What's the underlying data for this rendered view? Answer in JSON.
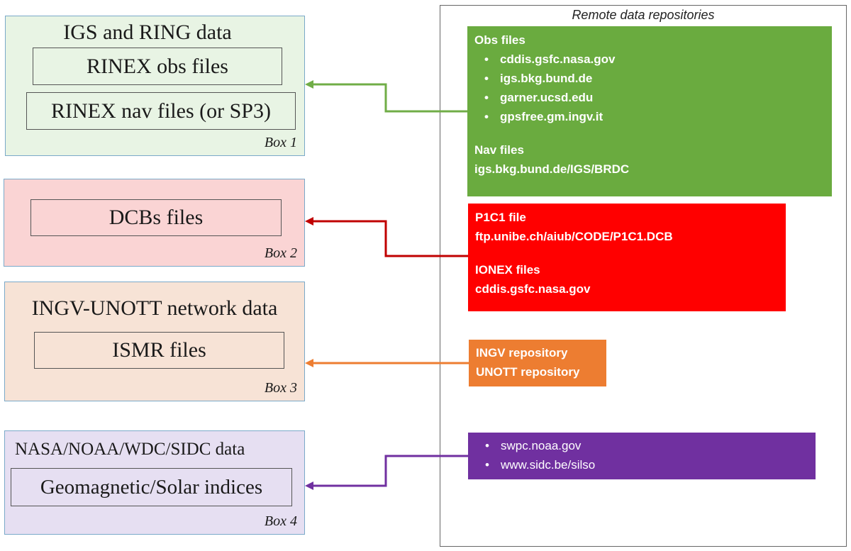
{
  "remote": {
    "title": "Remote data repositories"
  },
  "box1": {
    "heading": "IGS and RING data",
    "items": [
      "RINEX obs files",
      "RINEX nav files (or SP3)"
    ],
    "label": "Box 1",
    "color": "#e8f4e4"
  },
  "box2": {
    "items": [
      "DCBs files"
    ],
    "label": "Box 2",
    "color": "#fad4d4"
  },
  "box3": {
    "heading": "INGV-UNOTT network data",
    "items": [
      "ISMR files"
    ],
    "label": "Box 3",
    "color": "#f7e3d6"
  },
  "box4": {
    "heading": "NASA/NOAA/WDC/SIDC data",
    "items": [
      "Geomagnetic/Solar indices"
    ],
    "label": "Box 4",
    "color": "#e6dff2"
  },
  "repos": {
    "green": {
      "color": "#6aab3f",
      "obs_title": "Obs files",
      "obs_items": [
        "cddis.gsfc.nasa.gov",
        "igs.bkg.bund.de",
        "garner.ucsd.edu",
        "gpsfree.gm.ingv.it"
      ],
      "nav_title": "Nav files",
      "nav_item": "igs.bkg.bund.de/IGS/BRDC"
    },
    "red": {
      "color": "#ff0000",
      "p1c1_title": "P1C1 file",
      "p1c1_item": "ftp.unibe.ch/aiub/CODE/P1C1.DCB",
      "ionex_title": "IONEX files",
      "ionex_item": "cddis.gsfc.nasa.gov"
    },
    "orange": {
      "color": "#ed7d31",
      "items": [
        "INGV repository",
        "UNOTT repository"
      ]
    },
    "purple": {
      "color": "#7030a0",
      "items": [
        "swpc.noaa.gov",
        "www.sidc.be/silso"
      ]
    }
  },
  "arrows": {
    "green": "#70ad47",
    "red": "#c00000",
    "orange": "#ed7d31",
    "purple": "#7030a0"
  }
}
